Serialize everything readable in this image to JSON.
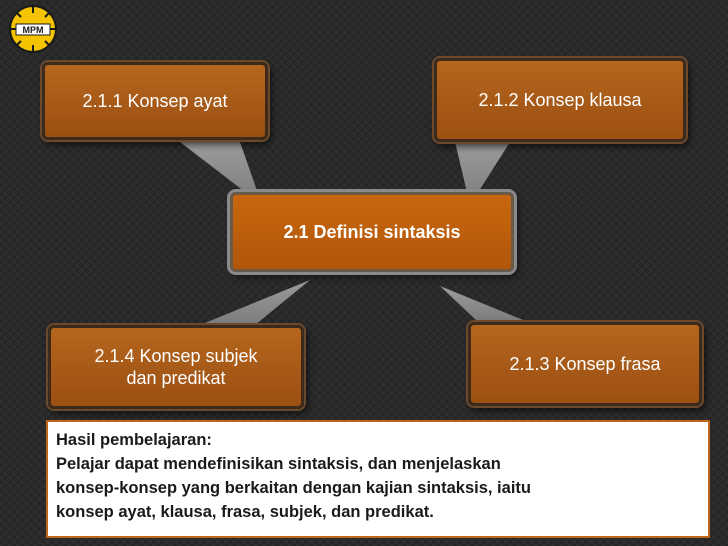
{
  "logo": {
    "text": "MPM",
    "primary_color": "#f5c400",
    "secondary_color": "#1a1a1a"
  },
  "diagram": {
    "center": {
      "label": "2.1  Definisi sintaksis"
    },
    "nodes": [
      {
        "id": "top-left",
        "line1": "2.1.1  Konsep ayat",
        "line2": ""
      },
      {
        "id": "top-right",
        "line1": "2.1.2  Konsep klausa",
        "line2": ""
      },
      {
        "id": "bottom-right",
        "line1": "2.1.3  Konsep frasa",
        "line2": ""
      },
      {
        "id": "bottom-left",
        "line1": "2.1.4  Konsep subjek",
        "line2": "dan predikat"
      }
    ]
  },
  "outcome": {
    "heading": "Hasil pembelajaran:",
    "lines": [
      "Pelajar dapat mendefinisikan sintaksis, dan menjelaskan",
      "konsep-konsep yang berkaitan dengan kajian sintaksis, iaitu",
      "konsep ayat, klausa, frasa, subjek, dan predikat."
    ]
  },
  "colors": {
    "node_fill": "#a85a18",
    "center_fill": "#c0620c",
    "connector": "#9e9e9e",
    "background": "#2b2b2b",
    "footer_border": "#c0661a"
  }
}
